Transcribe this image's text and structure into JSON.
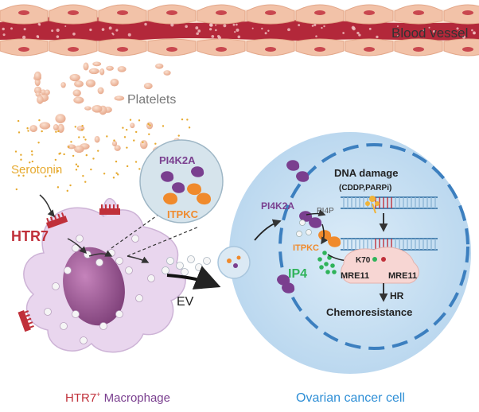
{
  "labels": {
    "blood_vessel": "Blood vessel",
    "platelets": "Platelets",
    "serotonin": "Serotonin",
    "htr7": "HTR7",
    "pi4k2a_bubble": "PI4K2A",
    "itpkc_bubble": "ITPKC",
    "ev": "EV",
    "macrophage_prefix": "HTR7",
    "macrophage_sup": "+",
    "macrophage_name": " Macrophage",
    "cancer_cell": "Ovarian cancer cell",
    "pi4k2a_cell": "PI4K2A",
    "pi4p": "PI4P",
    "itpkc_cell": "ITPKC",
    "ip4": "IP4",
    "dna_damage": "DNA damage",
    "dna_damage_agents": "(CDDP,PARPi)",
    "k70": "K70",
    "mre11_left": "MRE11",
    "mre11_right": "MRE11",
    "hr": "HR",
    "chemoresistance": "Chemoresistance"
  },
  "colors": {
    "vessel": "#b3283a",
    "vessel_wall": "#f4c9b0",
    "serotonin": "#e6a92e",
    "htr7": "#c0303a",
    "pi4k2a": "#7a3f8f",
    "itpkc": "#f08a2c",
    "ip4": "#2fb35a",
    "macrophage": "#e7d3ec",
    "nucleus": "#8c4f86",
    "cancer_cell": "#cfe4f4",
    "cancer_nucleus": "#b7d7ef",
    "cancer_label": "#2f8fd6",
    "dna": "#6aa3c9"
  }
}
